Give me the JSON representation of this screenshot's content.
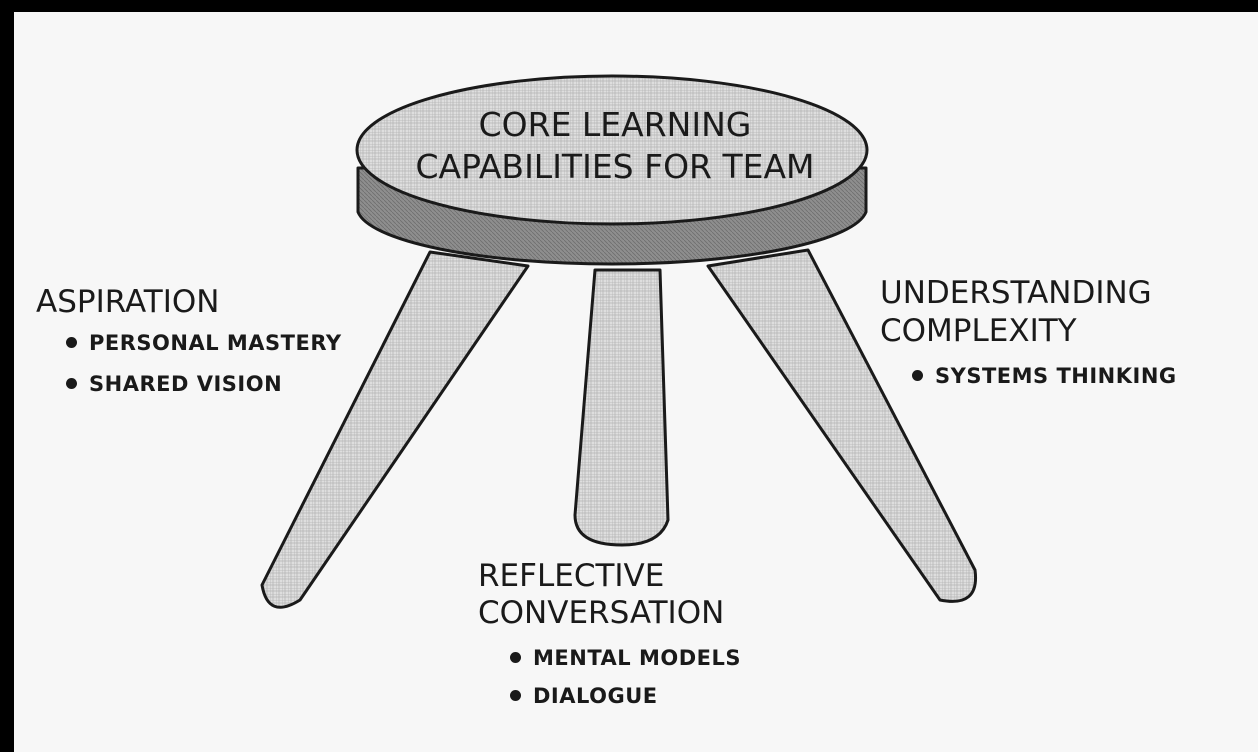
{
  "seat": {
    "line1": "CORE LEARNING",
    "line2": "CAPABILITIES FOR TEAM"
  },
  "legs": [
    {
      "heading_lines": [
        "ASPIRATION"
      ],
      "bullets": [
        "PERSONAL MASTERY",
        "SHARED VISION"
      ]
    },
    {
      "heading_lines": [
        "REFLECTIVE",
        "CONVERSATION"
      ],
      "bullets": [
        "MENTAL MODELS",
        "DIALOGUE"
      ]
    },
    {
      "heading_lines": [
        "UNDERSTANDING",
        "COMPLEXITY"
      ],
      "bullets": [
        "SYSTEMS THINKING"
      ]
    }
  ],
  "colors": {
    "background": "#000000",
    "paper": "#f7f7f7",
    "seat_top": "#cfcfcf",
    "seat_rim": "#8a8a8a",
    "legs": "#d6d6d6",
    "ink": "#1a1a1a"
  }
}
